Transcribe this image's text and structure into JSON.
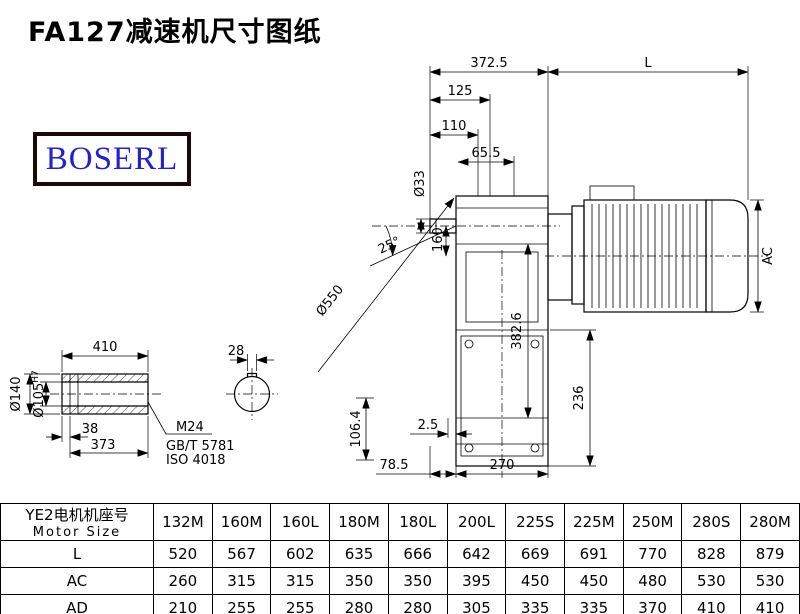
{
  "title": "FA127减速机尺寸图纸",
  "logo": "BOSERL",
  "drawing": {
    "dims": {
      "top_width": "372.5",
      "motor_length": "L",
      "d125": "125",
      "d110": "110",
      "d65_5": "65.5",
      "shaft_dia": "Ø33",
      "d160": "160",
      "angle": "25°",
      "housing_dia": "Ø550",
      "d382_6": "382.6",
      "motor_height": "AC",
      "d236": "236",
      "d2_5": "2.5",
      "d78_5": "78.5",
      "d270": "270",
      "d410": "410",
      "hub_dia": "Ø140",
      "bore": "Ø105",
      "bore_tol": "H7",
      "d38": "38",
      "d373": "373",
      "key_width": "28",
      "d106_4": "106.4",
      "thread": "M24",
      "standard_gb": "GB/T 5781",
      "standard_iso": "ISO 4018"
    }
  },
  "table": {
    "header_cn": "YE2电机机座号",
    "header_en": "Motor Size",
    "columns": [
      "132M",
      "160M",
      "160L",
      "180M",
      "180L",
      "200L",
      "225S",
      "225M",
      "250M",
      "280S",
      "280M"
    ],
    "rows": [
      {
        "label": "L",
        "values": [
          520,
          567,
          602,
          635,
          666,
          642,
          669,
          691,
          770,
          828,
          879
        ]
      },
      {
        "label": "AC",
        "values": [
          260,
          315,
          315,
          350,
          350,
          395,
          450,
          450,
          480,
          530,
          530
        ]
      },
      {
        "label": "AD",
        "values": [
          210,
          255,
          255,
          280,
          280,
          305,
          335,
          335,
          370,
          410,
          410
        ]
      }
    ]
  }
}
